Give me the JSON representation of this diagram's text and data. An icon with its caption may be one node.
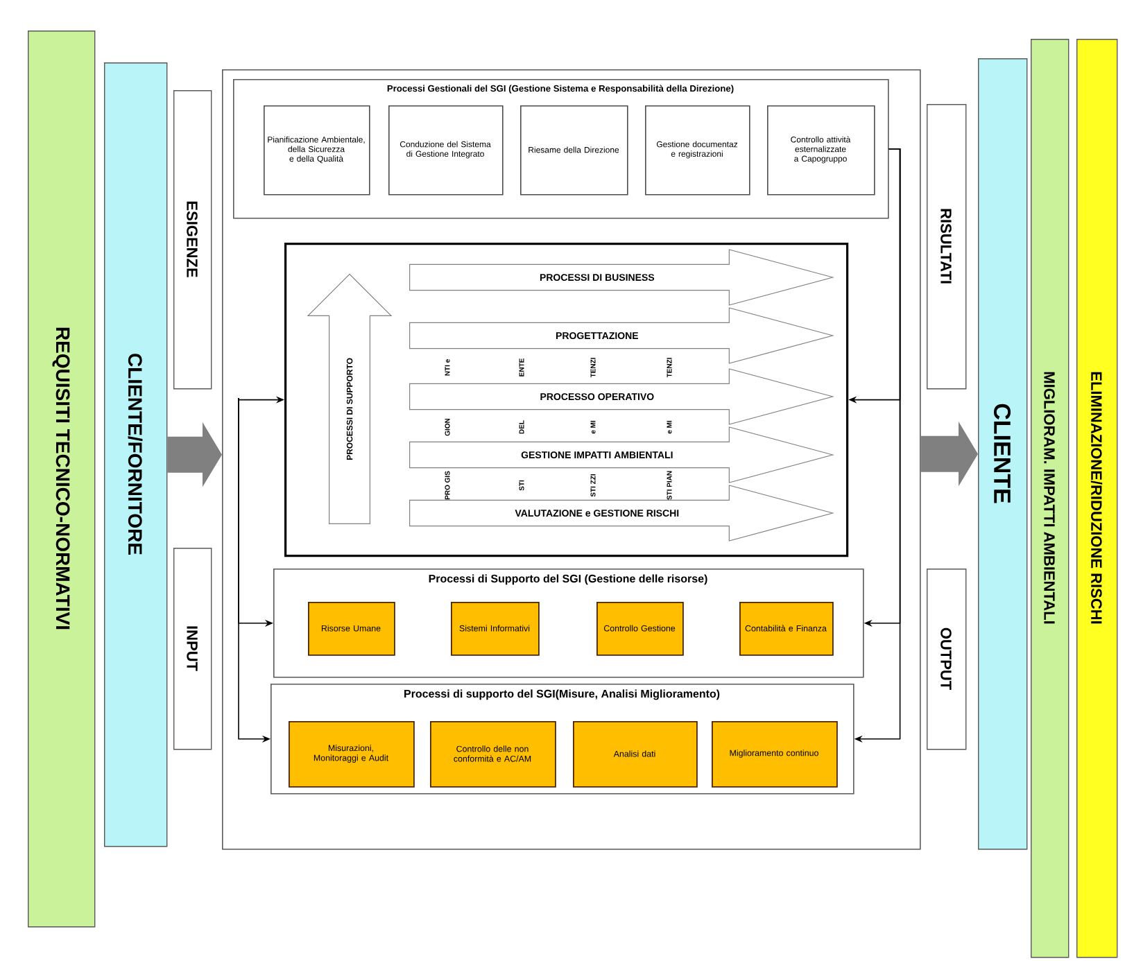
{
  "diagram": {
    "nodes": [
      {
        "text": [
          "REQUISITI TECNICO-NORMATIVI"
        ]
      },
      {
        "text": [
          "CLIENTE/FORNITORE"
        ]
      },
      {
        "text": [
          "ESIGENZE"
        ]
      },
      {
        "text": [
          "INPUT"
        ]
      },
      {
        "text": [],
        "shape": "box"
      },
      {
        "text": [
          "Processi Gestionali del SGI (Gestione Sistema e Responsabilità della Direzione)"
        ],
        "in": 4
      },
      {
        "text": [
          "Pianificazione Ambientale, della Sicurezza e della Qualità"
        ],
        "in": 5
      },
      {
        "text": [
          "Conduzione del Sistema di Gestione Integrato"
        ],
        "in": 5
      },
      {
        "text": [
          "Riesame della Direzione"
        ],
        "in": 5
      },
      {
        "text": [
          "Gestione documentaz e registrazioni"
        ],
        "in": 5
      },
      {
        "text": [
          "Controllo attività esternalizzate a Capogruppo"
        ],
        "in": 5
      },
      {
        "text": [],
        "shape": "box",
        "in": 4
      },
      {
        "text": [
          "PROCESSI DI SUPPORTO"
        ],
        "in": 11
      },
      {
        "text": [
          "PROCESSI DI BUSINESS"
        ],
        "in": 11
      },
      {
        "text": [
          "PROGETTAZIONE"
        ],
        "in": 11
      },
      {
        "text": [
          "PROCESSO OPERATIVO"
        ],
        "in": 11
      },
      {
        "text": [
          "GESTIONE IMPATTI AMBIENTALI"
        ],
        "in": 11
      },
      {
        "text": [
          "VALUTAZIONE e GESTIONE RISCHI"
        ],
        "in": 11
      },
      {
        "text": [
          "Processi di Supporto del SGI (Gestione delle risorse)"
        ],
        "in": 4
      },
      {
        "text": [
          "Risorse Umane"
        ],
        "in": 18
      },
      {
        "text": [
          "Sistemi Informativi"
        ],
        "in": 18
      },
      {
        "text": [
          "Controllo Gestione"
        ],
        "in": 18
      },
      {
        "text": [
          "Contabilità e Finanza"
        ],
        "in": 18
      },
      {
        "text": [
          "Processi di supporto del SGI(Misure, Analisi Miglioramento)"
        ],
        "in": 4
      },
      {
        "text": [
          "Misurazioni, Monitoraggi e Audit"
        ],
        "in": 23
      },
      {
        "text": [
          "Controllo delle non conformità e AC/AM"
        ],
        "in": 23
      },
      {
        "text": [
          "Analisi dati"
        ],
        "in": 23
      },
      {
        "text": [
          "Miglioramento continuo"
        ],
        "in": 23
      },
      {
        "text": [
          "RISULTATI"
        ]
      },
      {
        "text": [
          "OUTPUT"
        ]
      },
      {
        "text": [
          "CLIENTE"
        ]
      },
      {
        "text": [
          "MIGLIORAM. IMPATTI AMBIENTALI"
        ]
      },
      {
        "text": [
          "ELIMINAZIONE/RIDUZIONE RISCHI"
        ]
      }
    ],
    "edges": [
      {
        "from": 1,
        "to": 4,
        "arrow": "to",
        "style": "thick",
        "color": "#808080"
      },
      {
        "from": 4,
        "to": 30,
        "arrow": "to",
        "style": "thick",
        "color": "#808080"
      },
      {
        "from": null,
        "to": 11,
        "arrow": "to"
      },
      {
        "from": null,
        "to": 18,
        "arrow": "to"
      },
      {
        "from": null,
        "to": 23,
        "arrow": "to"
      },
      {
        "from": 5,
        "to": 11,
        "arrow": "to"
      },
      {
        "from": 5,
        "to": 18,
        "arrow": "to"
      },
      {
        "from": 5,
        "to": 23,
        "arrow": "to"
      }
    ],
    "labels": [
      "NTI e",
      "ENTE",
      "TENZI",
      "TENZI",
      "GION",
      "DEL",
      "e MI",
      "e MI",
      "PRO GIS",
      "STI",
      "STI ZZI",
      "STI PIAN"
    ]
  }
}
